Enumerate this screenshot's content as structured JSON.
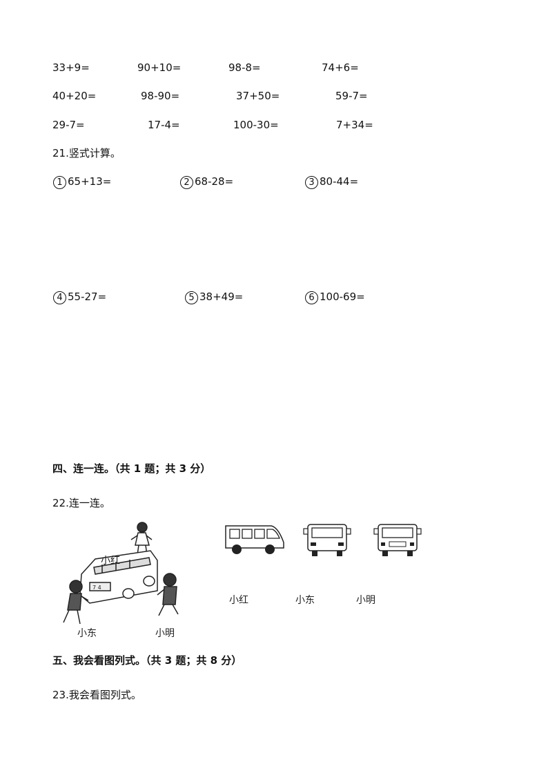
{
  "oral_calc": {
    "rows": [
      [
        "33+9=",
        "90+10=",
        "98-8=",
        "74+6="
      ],
      [
        "40+20=",
        "98-90=",
        "37+50=",
        "59-7="
      ],
      [
        "29-7=",
        "17-4=",
        "100-30=",
        "7+34="
      ]
    ]
  },
  "q21": {
    "title": "21.竖式计算。",
    "items": [
      {
        "num": "1",
        "expr": "65+13="
      },
      {
        "num": "2",
        "expr": "68-28="
      },
      {
        "num": "3",
        "expr": "80-44="
      },
      {
        "num": "4",
        "expr": "55-27="
      },
      {
        "num": "5",
        "expr": "38+49="
      },
      {
        "num": "6",
        "expr": "100-69="
      }
    ]
  },
  "section4": {
    "heading": "四、连一连。（共 1 题；共 3 分）"
  },
  "q22": {
    "title": "22.连一连。",
    "scene_labels": {
      "xiaohong": "小红",
      "xiaodong": "小东",
      "xiaoming": "小明"
    },
    "view_labels": [
      "小红",
      "小东",
      "小明"
    ]
  },
  "section5": {
    "heading": "五、我会看图列式。（共 3 题；共 8 分）"
  },
  "q23": {
    "title": "23.我会看图列式。"
  }
}
